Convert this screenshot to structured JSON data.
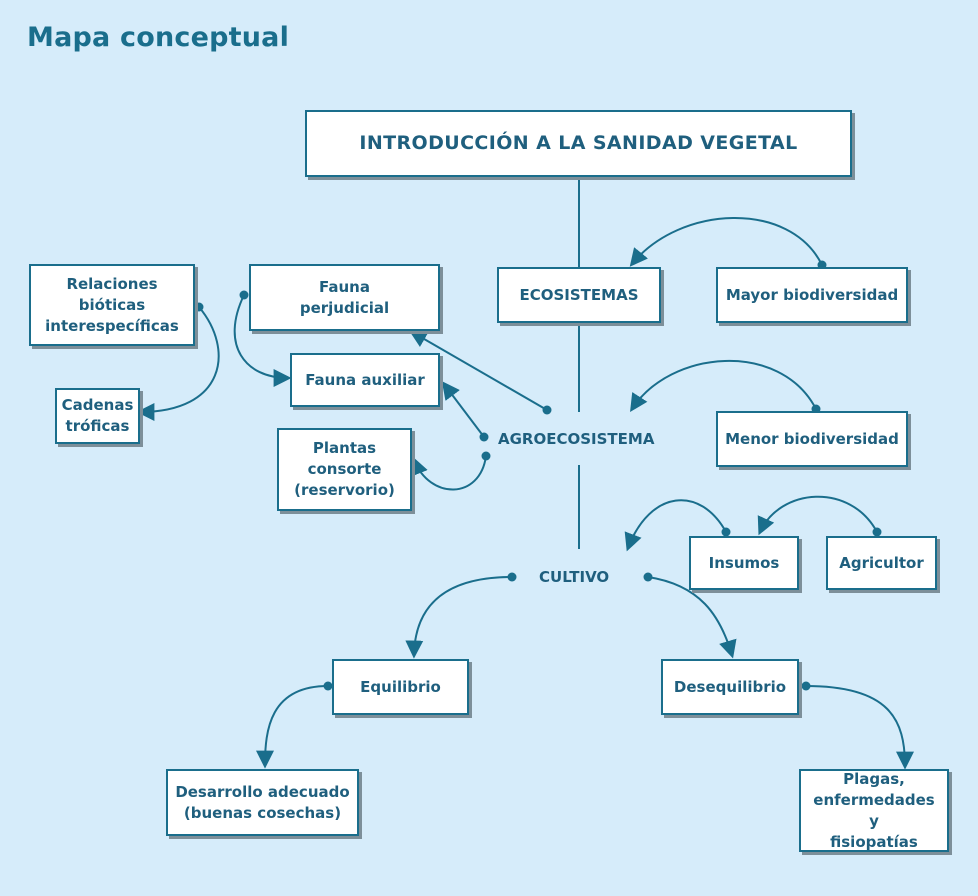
{
  "title": "Mapa conceptual",
  "nodes": {
    "intro": "INTRODUCCIÓN A LA SANIDAD VEGETAL",
    "ecosistemas": "ECOSISTEMAS",
    "mayor_biodiversidad": "Mayor biodiversidad",
    "agroecosistema": "AGROECOSISTEMA",
    "menor_biodiversidad": "Menor biodiversidad",
    "fauna_perjudicial": "Fauna\nperjudicial",
    "fauna_auxiliar": "Fauna auxiliar",
    "plantas_consorte": "Plantas\nconsorte\n(reservorio)",
    "relaciones": "Relaciones\nbióticas\ninterespecíficas",
    "cadenas": "Cadenas\ntróficas",
    "cultivo": "CULTIVO",
    "insumos": "Insumos",
    "agricultor": "Agricultor",
    "equilibrio": "Equilibrio",
    "desequilibrio": "Desequilibrio",
    "desarrollo": "Desarrollo adecuado\n(buenas cosechas)",
    "plagas": "Plagas,\nenfermedades y\nfisiopatías"
  },
  "colors": {
    "background": "#d6ecfa",
    "accent": "#1a6e8c",
    "box_fill": "#ffffff",
    "shadow": "#7d8f99"
  }
}
